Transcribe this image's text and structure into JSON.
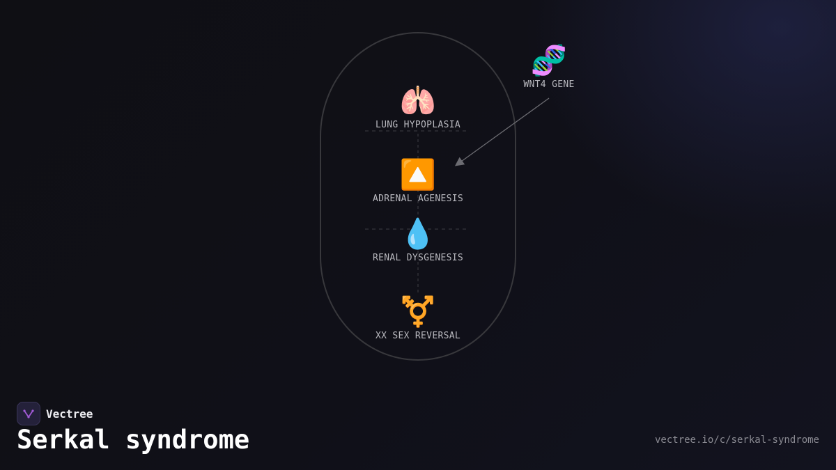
{
  "diagram": {
    "nodes": [
      {
        "id": "lung",
        "icon": "lungs-icon",
        "glyph": "🫁",
        "label": "LUNG HYPOPLASIA"
      },
      {
        "id": "adrenal",
        "icon": "up-arrow-icon",
        "glyph": "🔼",
        "label": "ADRENAL AGENESIS"
      },
      {
        "id": "renal",
        "icon": "droplet-icon",
        "glyph": "💧",
        "label": "RENAL DYSGENESIS"
      },
      {
        "id": "sex",
        "icon": "transgender-symbol-icon",
        "glyph": "⚧️",
        "label": "XX SEX REVERSAL"
      }
    ],
    "cause": {
      "icon": "dna-icon",
      "glyph": "🧬",
      "label": "WNT4 GENE"
    }
  },
  "brand": {
    "name": "Vectree",
    "accent": "#a35bd8"
  },
  "footer": {
    "title": "Serkal syndrome",
    "url": "vectree.io/c/serkal-syndrome"
  }
}
